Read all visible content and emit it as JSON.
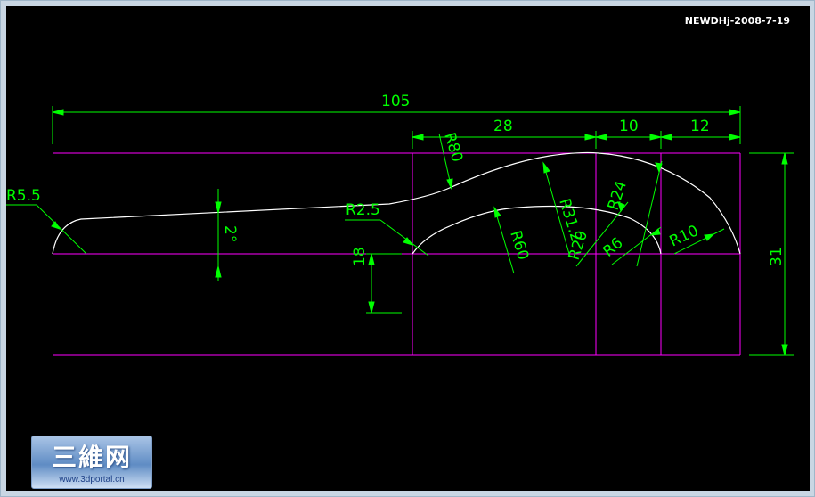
{
  "stamp": "NEWDHj-2008-7-19",
  "dimensions": {
    "overall_length": "105",
    "seg_a": "28",
    "seg_b": "10",
    "seg_c": "12",
    "height": "31",
    "depth": "18",
    "angle": "2°",
    "r_tip": "R5.5",
    "r_neck": "R2.5",
    "r_top": "R80",
    "r_lower": "R60",
    "r_mid": "R31.2",
    "r_20": "R20",
    "r_24": "R24",
    "r_6": "R6",
    "r_10": "R10"
  },
  "colors": {
    "background": "#000000",
    "dimension": "#00ff00",
    "frame_lines": "#ff00ff",
    "profile": "#ffffff"
  },
  "logo": {
    "title": "三維网",
    "url": "www.3dportal.cn"
  }
}
